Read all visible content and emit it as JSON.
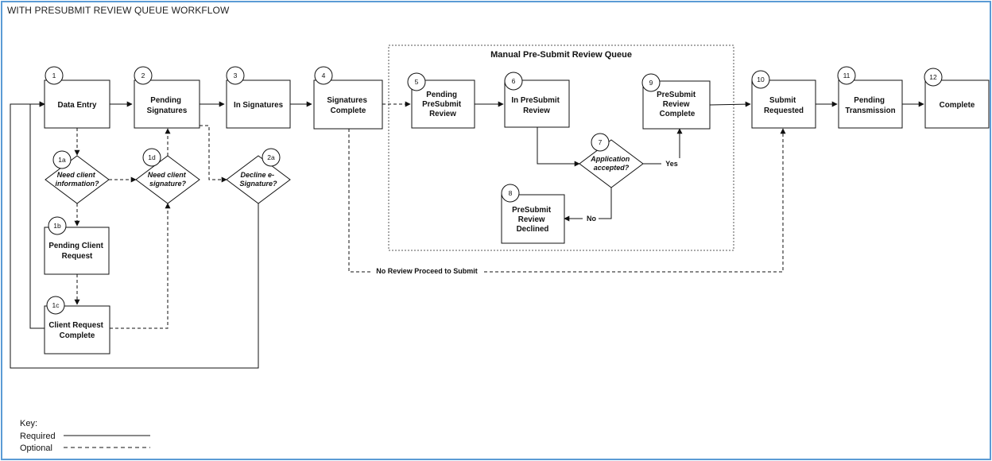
{
  "title": "WITH PRESUBMIT REVIEW QUEUE WORKFLOW",
  "container": {
    "title": "Manual Pre-Submit Review Queue"
  },
  "nodes": [
    {
      "id": "n1",
      "num": "1",
      "lines": [
        "Data Entry"
      ]
    },
    {
      "id": "n2",
      "num": "2",
      "lines": [
        "Pending",
        "Signatures"
      ]
    },
    {
      "id": "n3",
      "num": "3",
      "lines": [
        "In Signatures"
      ]
    },
    {
      "id": "n4",
      "num": "4",
      "lines": [
        "Signatures",
        "Complete"
      ]
    },
    {
      "id": "n5",
      "num": "5",
      "lines": [
        "Pending",
        "PreSubmit",
        "Review"
      ]
    },
    {
      "id": "n6",
      "num": "6",
      "lines": [
        "In PreSubmit",
        "Review"
      ]
    },
    {
      "id": "n7",
      "num": "7",
      "lines": [
        "Application",
        "accepted?"
      ]
    },
    {
      "id": "n8",
      "num": "8",
      "lines": [
        "PreSubmit",
        "Review",
        "Declined"
      ]
    },
    {
      "id": "n9",
      "num": "9",
      "lines": [
        "PreSubmit",
        "Review",
        "Complete"
      ]
    },
    {
      "id": "n10",
      "num": "10",
      "lines": [
        "Submit",
        "Requested"
      ]
    },
    {
      "id": "n11",
      "num": "11",
      "lines": [
        "Pending",
        "Transmission"
      ]
    },
    {
      "id": "n12",
      "num": "12",
      "lines": [
        "Complete"
      ]
    },
    {
      "id": "n1a",
      "num": "1a",
      "lines": [
        "Need client",
        "information?"
      ]
    },
    {
      "id": "n1b",
      "num": "1b",
      "lines": [
        "Pending Client",
        "Request"
      ]
    },
    {
      "id": "n1c",
      "num": "1c",
      "lines": [
        "Client Request",
        "Complete"
      ]
    },
    {
      "id": "n1d",
      "num": "1d",
      "lines": [
        "Need client",
        "signature?"
      ]
    },
    {
      "id": "n2a",
      "num": "2a",
      "lines": [
        "Decline e-",
        "Signature?"
      ]
    }
  ],
  "edge_labels": {
    "yes": "Yes",
    "no": "No",
    "no_review": "No Review Proceed to Submit"
  },
  "key": {
    "title": "Key:",
    "required": "Required",
    "optional": "Optional"
  }
}
